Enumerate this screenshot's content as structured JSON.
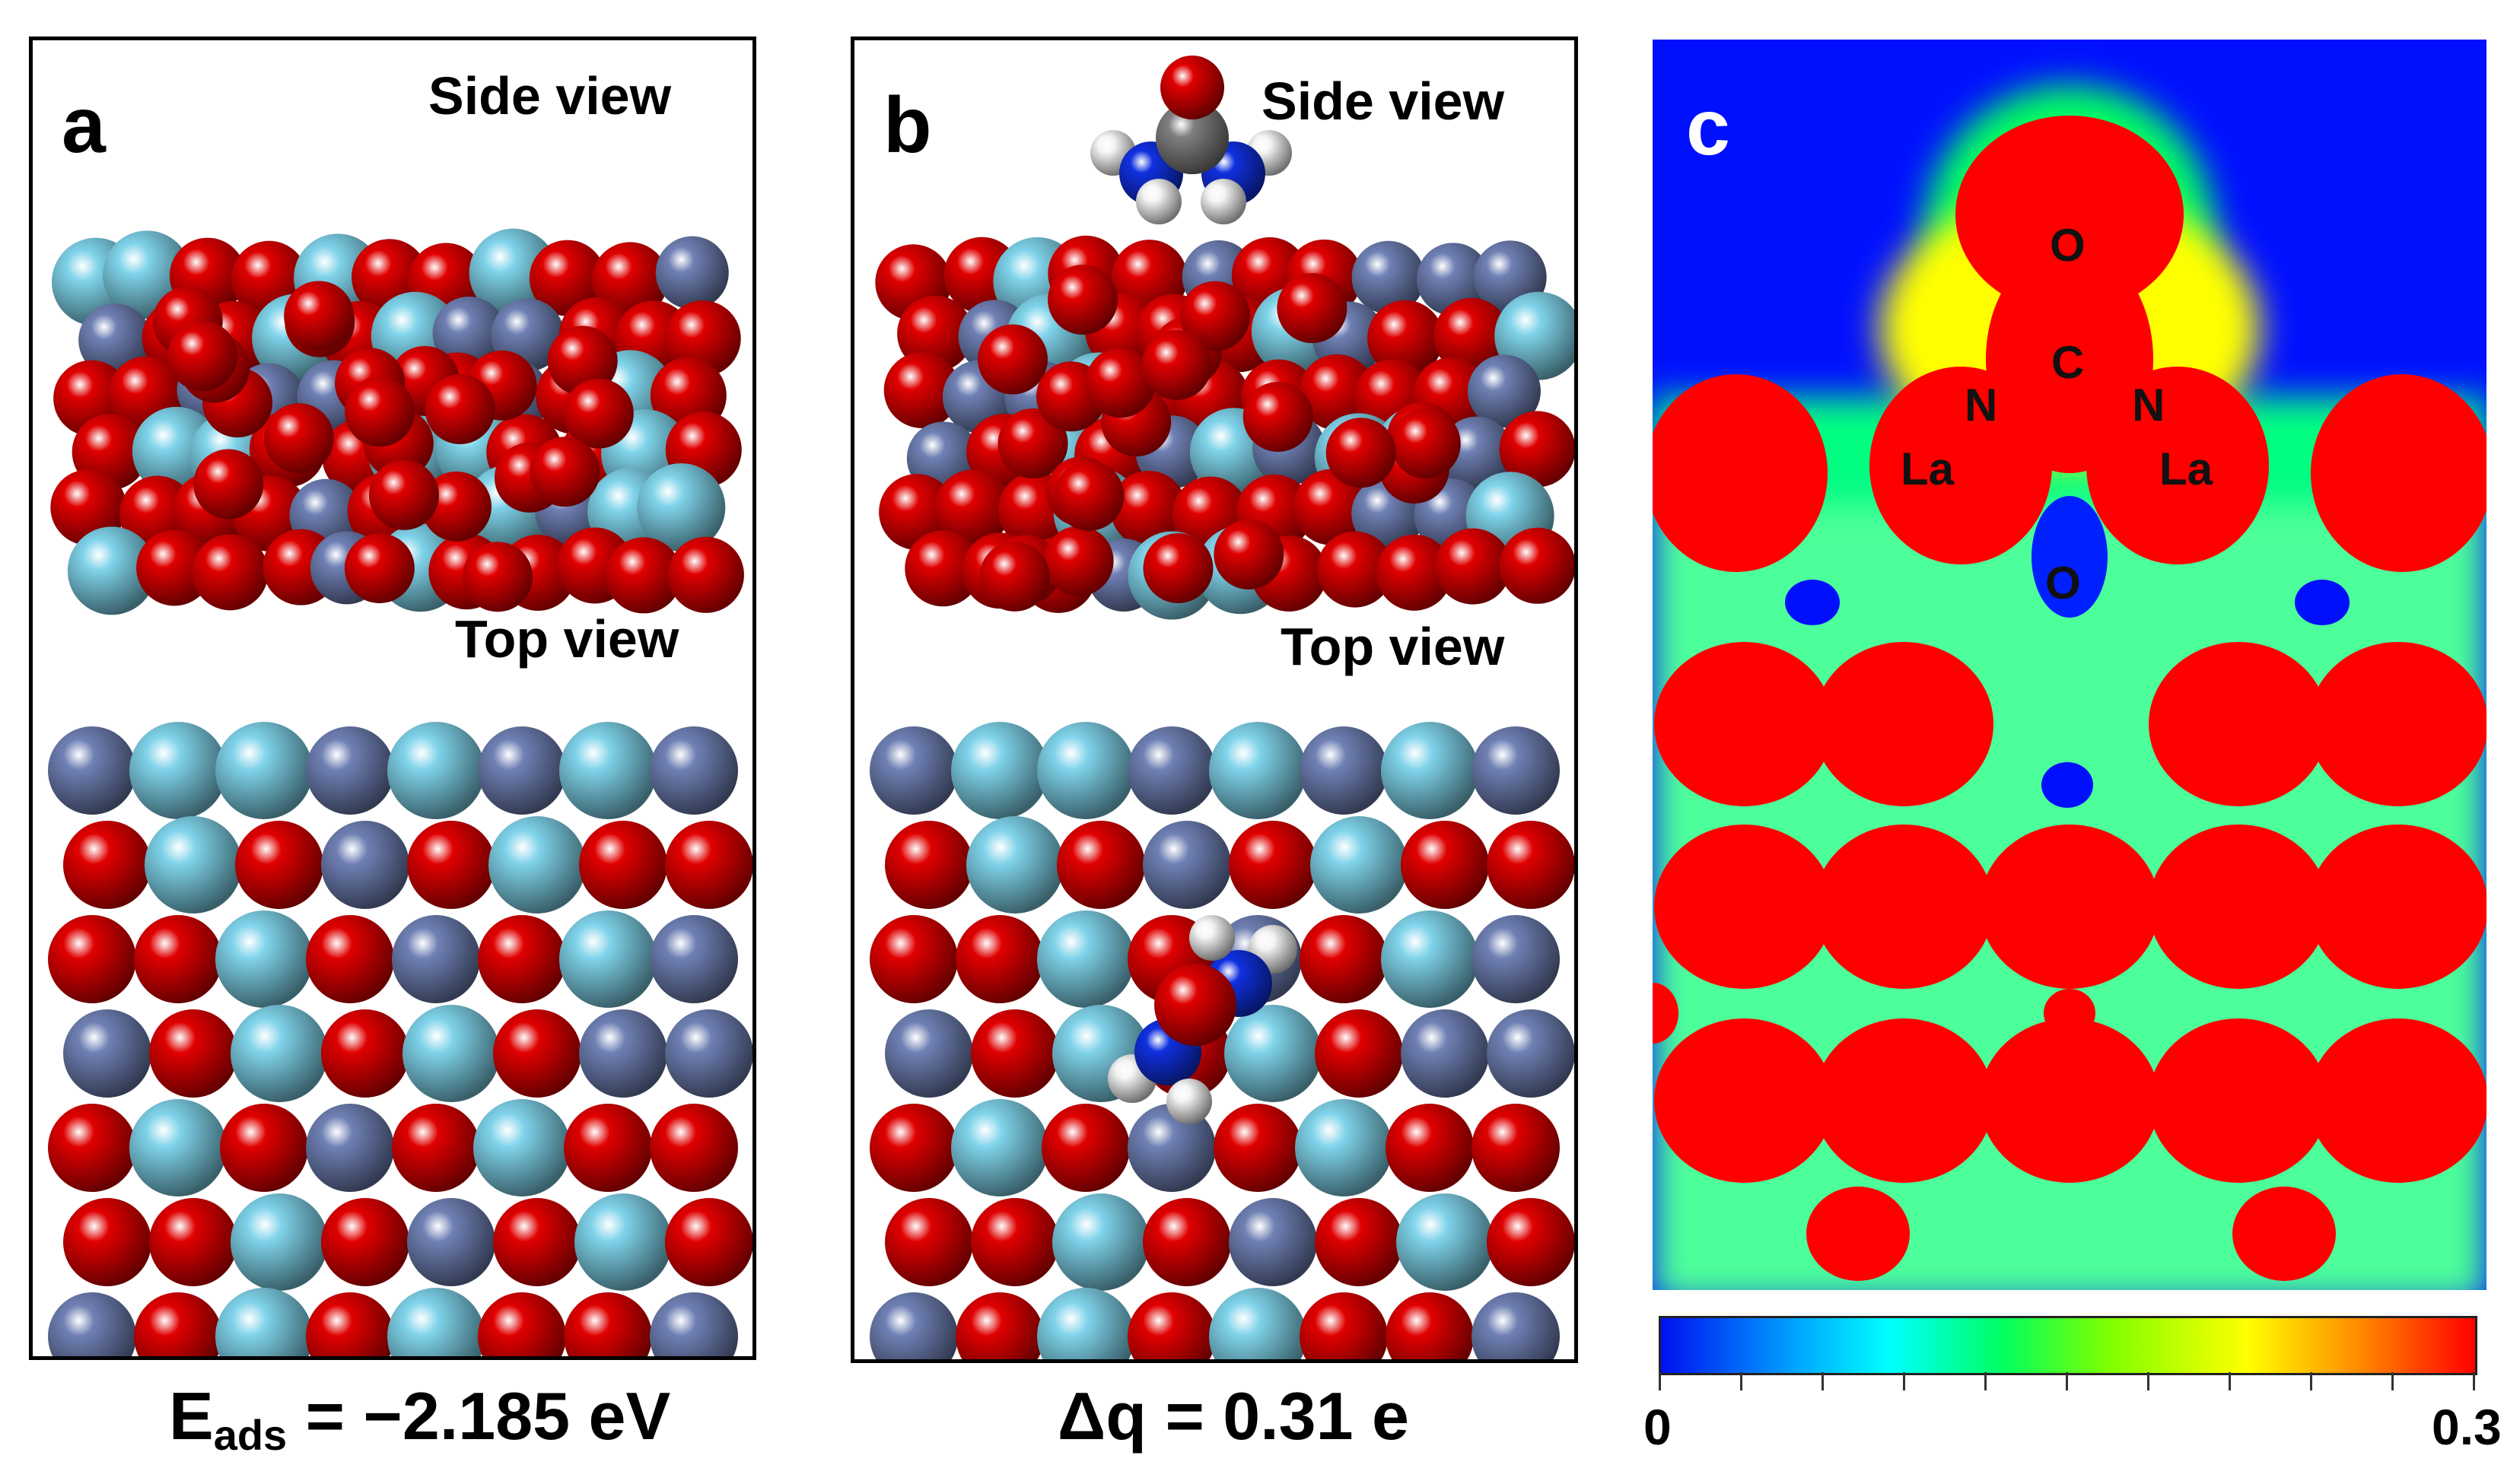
{
  "panel_a": {
    "label": "a",
    "side_view": "Side view",
    "top_view": "Top view",
    "caption_main": "E",
    "caption_sub": "ads",
    "caption_rest": " = −2.185 eV"
  },
  "panel_b": {
    "label": "b",
    "side_view": "Side view",
    "top_view": "Top view",
    "caption": "Δq = 0.31 e"
  },
  "panel_c": {
    "label": "c",
    "atom_labels": [
      "O",
      "C",
      "N",
      "N",
      "La",
      "La",
      "O"
    ],
    "colorbar_min": "0",
    "colorbar_max": "0.3"
  },
  "colors": {
    "oxygen": "#e00000",
    "lanthanum": "#7fd3ea",
    "metal": "#6f80b4",
    "nitrogen": "#1030e0",
    "carbon": "#7f7f7f",
    "hydrogen": "#f5f5f5"
  }
}
